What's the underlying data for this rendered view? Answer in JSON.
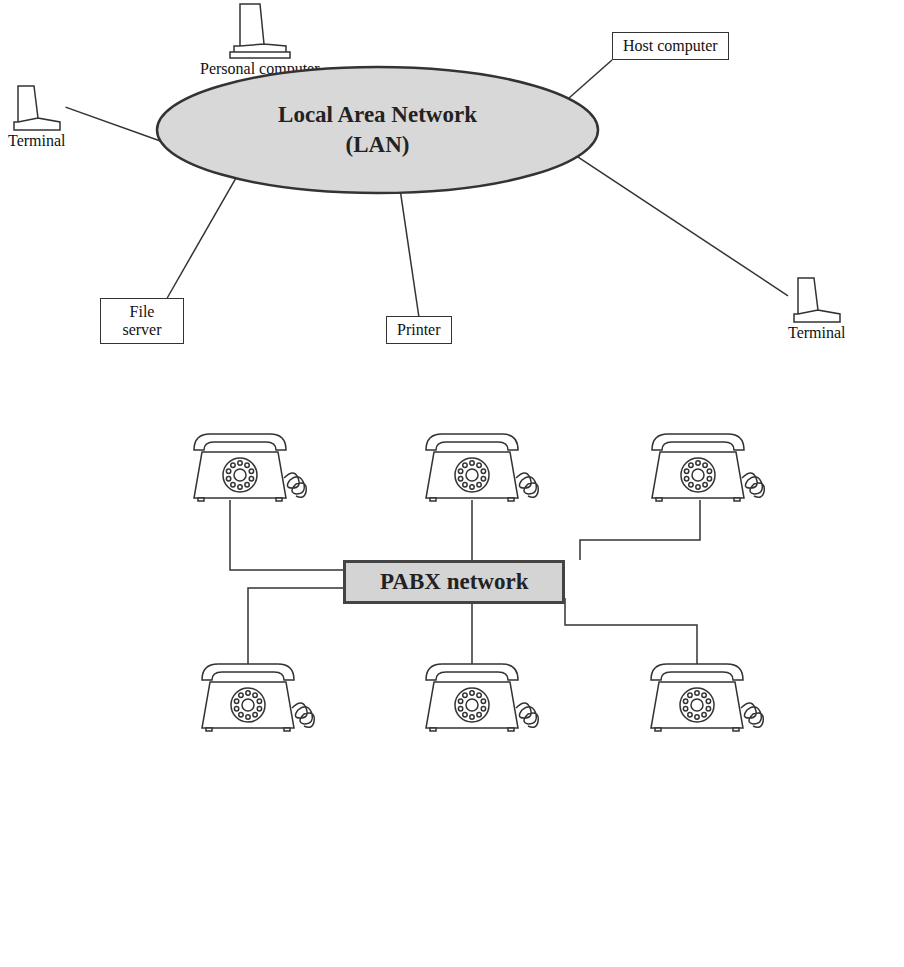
{
  "diagram": {
    "nodes": [
      {
        "text": [
          "Personal computer"
        ]
      },
      {
        "text": [
          "Host computer"
        ]
      },
      {
        "text": [
          "Terminal"
        ]
      },
      {
        "text": [
          "Local Area Network (LAN)"
        ]
      },
      {
        "text": [
          "Terminal"
        ]
      },
      {
        "text": [
          "File server"
        ]
      },
      {
        "text": [
          "Printer"
        ]
      },
      {
        "text": [
          "PABX network"
        ]
      }
    ],
    "edges": [
      {
        "from": 0,
        "to": 3,
        "arrow": "none"
      },
      {
        "from": 1,
        "to": 3,
        "arrow": "none"
      },
      {
        "from": 2,
        "to": 3,
        "arrow": "none"
      },
      {
        "from": 4,
        "to": 3,
        "arrow": "none"
      },
      {
        "from": 5,
        "to": 3,
        "arrow": "none"
      },
      {
        "from": 6,
        "to": 3,
        "arrow": "none"
      }
    ]
  }
}
